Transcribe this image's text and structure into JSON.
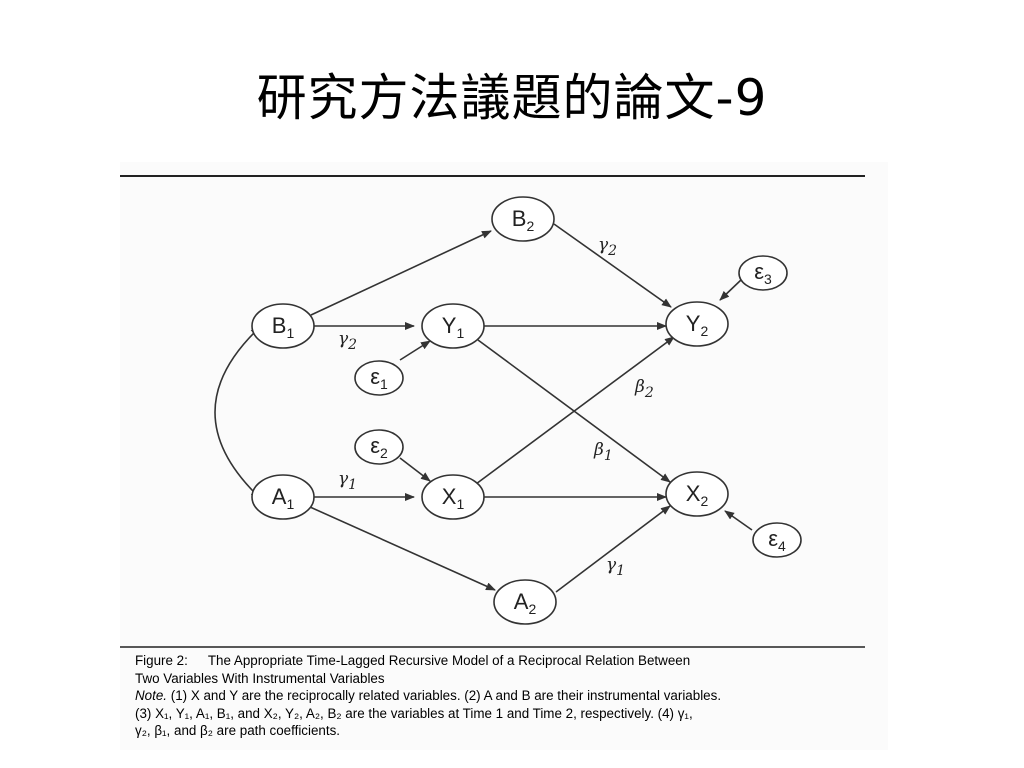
{
  "slide": {
    "title": "研究方法議題的論文-9"
  },
  "diagram": {
    "nodes": {
      "B2": {
        "base": "B",
        "sub": "2"
      },
      "B1": {
        "base": "B",
        "sub": "1"
      },
      "Y1": {
        "base": "Y",
        "sub": "1"
      },
      "Y2": {
        "base": "Y",
        "sub": "2"
      },
      "E1": {
        "base": "ε",
        "sub": "1"
      },
      "E2": {
        "base": "ε",
        "sub": "2"
      },
      "E3": {
        "base": "ε",
        "sub": "3"
      },
      "E4": {
        "base": "ε",
        "sub": "4"
      },
      "A1": {
        "base": "A",
        "sub": "1"
      },
      "X1": {
        "base": "X",
        "sub": "1"
      },
      "X2": {
        "base": "X",
        "sub": "2"
      },
      "A2": {
        "base": "A",
        "sub": "2"
      }
    },
    "coefficients": {
      "gamma2_top": {
        "base": "γ",
        "sub": "2"
      },
      "gamma2_mid": {
        "base": "γ",
        "sub": "2"
      },
      "beta2": {
        "base": "β",
        "sub": "2"
      },
      "beta1": {
        "base": "β",
        "sub": "1"
      },
      "gamma1_mid": {
        "base": "γ",
        "sub": "1"
      },
      "gamma1_bottom": {
        "base": "γ",
        "sub": "1"
      }
    }
  },
  "caption": {
    "figure_label": "Figure 2:",
    "title_line1": "The Appropriate Time-Lagged Recursive Model of a Reciprocal Relation Between",
    "title_line2": "Two Variables With Instrumental Variables",
    "note_label": "Note.",
    "note_line1": "(1) X and Y are the reciprocally related variables. (2) A and B are their instrumental variables.",
    "note_line2": "(3) X₁, Y₁, A₁, B₁, and X₂, Y₂, A₂, B₂ are the variables at Time 1 and Time 2, respectively. (4) γ₁,",
    "note_line3": "γ₂, β₁, and β₂ are path coefficients."
  }
}
